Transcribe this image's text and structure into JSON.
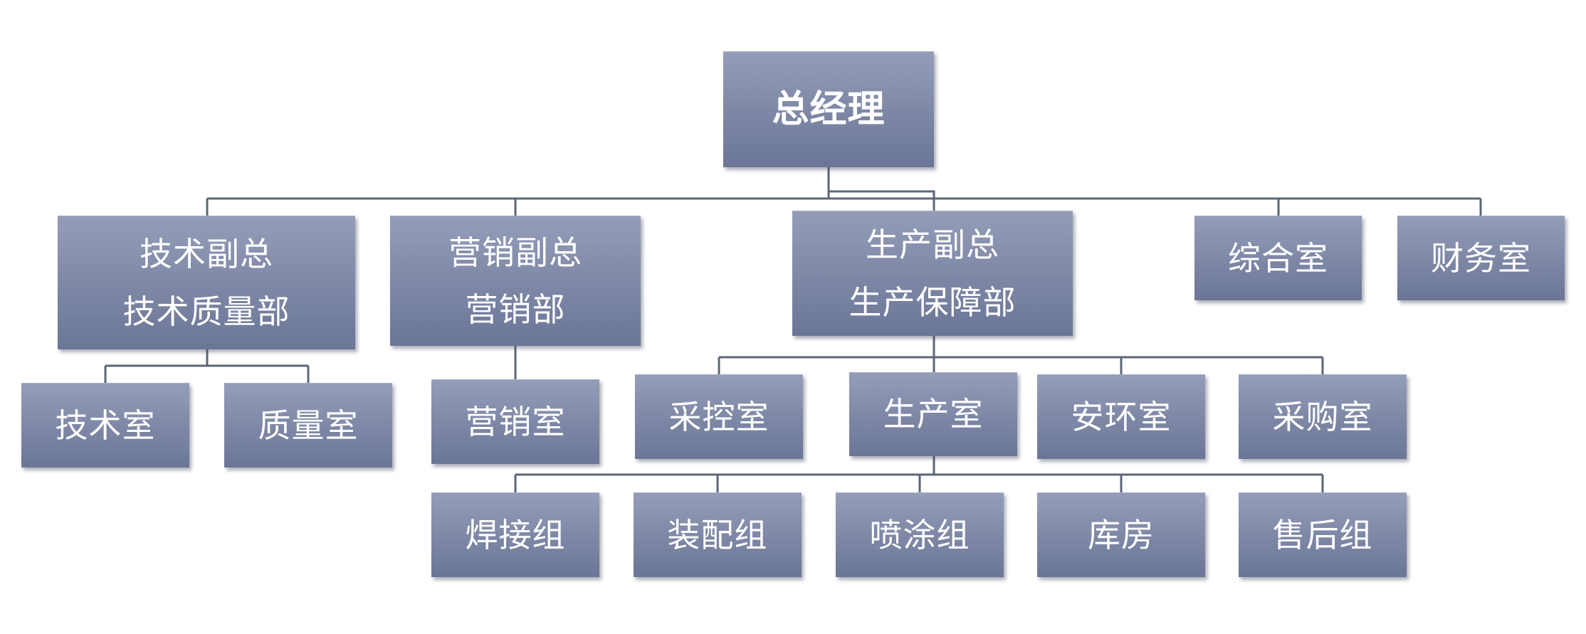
{
  "org_chart": {
    "root": {
      "label": "总经理"
    },
    "vp_tech": {
      "line1": "技术副总",
      "line2": "技术质量部"
    },
    "vp_sales": {
      "line1": "营销副总",
      "line2": "营销部"
    },
    "vp_production": {
      "line1": "生产副总",
      "line2": "生产保障部"
    },
    "general_office": {
      "label": "综合室"
    },
    "finance_office": {
      "label": "财务室"
    },
    "tech_office": {
      "label": "技术室"
    },
    "quality_office": {
      "label": "质量室"
    },
    "sales_office": {
      "label": "营销室"
    },
    "mining_control_office": {
      "label": "采控室"
    },
    "production_office": {
      "label": "生产室"
    },
    "safety_env_office": {
      "label": "安环室"
    },
    "purchasing_office": {
      "label": "采购室"
    },
    "welding_group": {
      "label": "焊接组"
    },
    "assembly_group": {
      "label": "装配组"
    },
    "spraying_group": {
      "label": "喷涂组"
    },
    "warehouse": {
      "label": "库房"
    },
    "after_sales_group": {
      "label": "售后组"
    }
  },
  "colors": {
    "box_top": "#949db8",
    "box_bottom": "#6b7596",
    "connector": "#5d6578",
    "text": "#ffffff"
  }
}
